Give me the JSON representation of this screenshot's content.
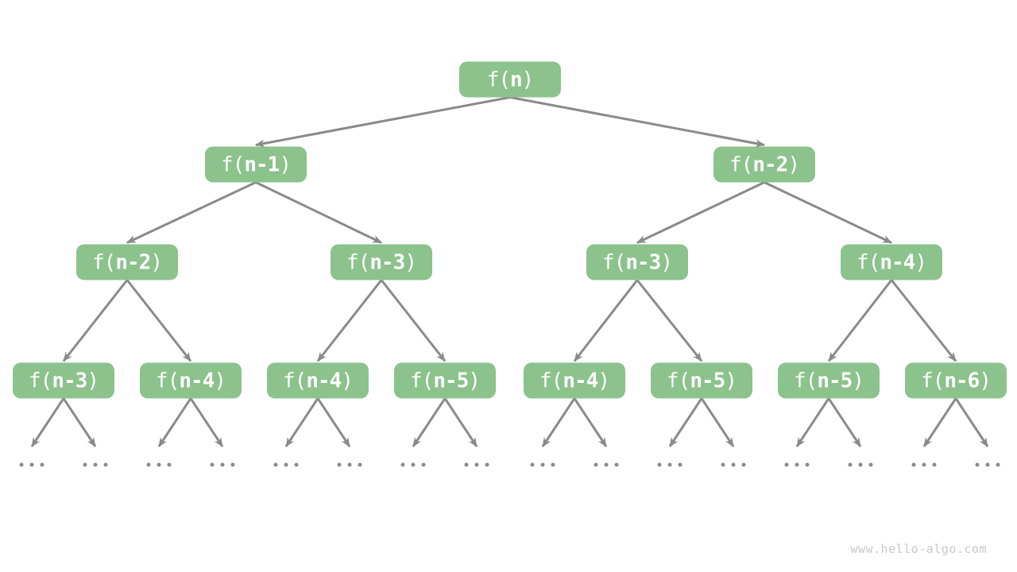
{
  "diagram": {
    "kind": "recursion-tree",
    "tree": {
      "levels": [
        {
          "nodes": [
            "f(n)"
          ]
        },
        {
          "nodes": [
            "f(n-1)",
            "f(n-2)"
          ]
        },
        {
          "nodes": [
            "f(n-2)",
            "f(n-3)",
            "f(n-3)",
            "f(n-4)"
          ]
        },
        {
          "nodes": [
            "f(n-3)",
            "f(n-4)",
            "f(n-4)",
            "f(n-5)",
            "f(n-4)",
            "f(n-5)",
            "f(n-5)",
            "f(n-6)"
          ]
        }
      ],
      "leaf_ellipses": [
        "...",
        "...",
        "...",
        "...",
        "...",
        "...",
        "...",
        "...",
        "...",
        "...",
        "...",
        "...",
        "...",
        "...",
        "...",
        "..."
      ]
    },
    "colors": {
      "background": "#FFFFFF",
      "node_fill": "#8CC28C",
      "node_text": "#FFFFFF",
      "edge": "#8A8A8A",
      "ellipsis_dot": "#8A8A8A",
      "watermark_text": "#C8C8C8"
    }
  },
  "watermark": "www.hello-algo.com"
}
